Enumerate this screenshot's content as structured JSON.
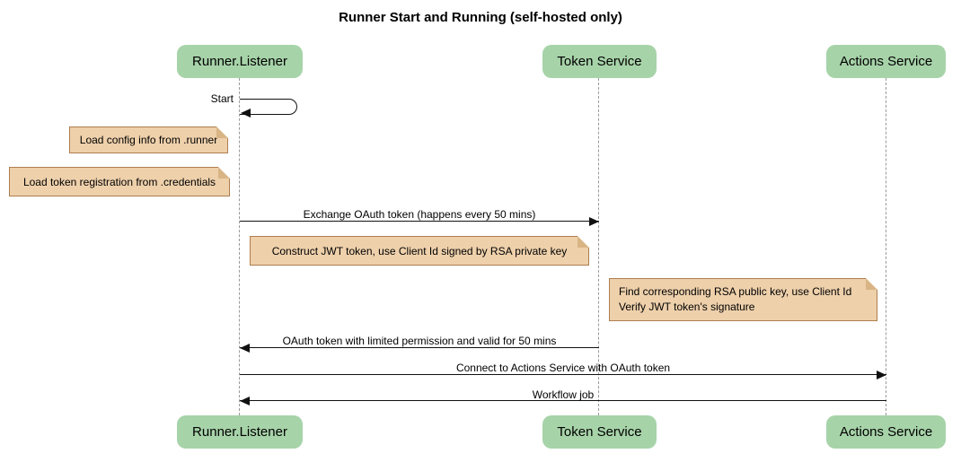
{
  "diagram": {
    "title": "Runner Start and Running (self-hosted only)",
    "participants": [
      {
        "name": "Runner.Listener"
      },
      {
        "name": "Token Service"
      },
      {
        "name": "Actions Service"
      }
    ],
    "events": [
      {
        "kind": "self-message",
        "actor": "Runner.Listener",
        "label": "Start"
      },
      {
        "kind": "note",
        "text": "Load config info from .runner"
      },
      {
        "kind": "note",
        "text": "Load token registration from .credentials"
      },
      {
        "kind": "message",
        "from": "Runner.Listener",
        "to": "Token Service",
        "label": "Exchange OAuth token (happens every 50 mins)"
      },
      {
        "kind": "note",
        "text": "Construct JWT token, use Client Id signed by RSA private key"
      },
      {
        "kind": "note",
        "lines": [
          "Find corresponding RSA public key, use Client Id",
          "Verify JWT token's signature"
        ]
      },
      {
        "kind": "message",
        "from": "Token Service",
        "to": "Runner.Listener",
        "label": "OAuth token with limited permission and valid for 50 mins"
      },
      {
        "kind": "message",
        "from": "Runner.Listener",
        "to": "Actions Service",
        "label": "Connect to Actions Service with OAuth token"
      },
      {
        "kind": "message",
        "from": "Actions Service",
        "to": "Runner.Listener",
        "label": "Workflow job"
      }
    ],
    "colors": {
      "actor_fill": "#a7d3a9",
      "note_fill": "#eed0ab",
      "note_border": "#ad7d4f",
      "note_fold": "#d9b585",
      "lifeline": "#999999",
      "arrow": "#111111"
    }
  }
}
